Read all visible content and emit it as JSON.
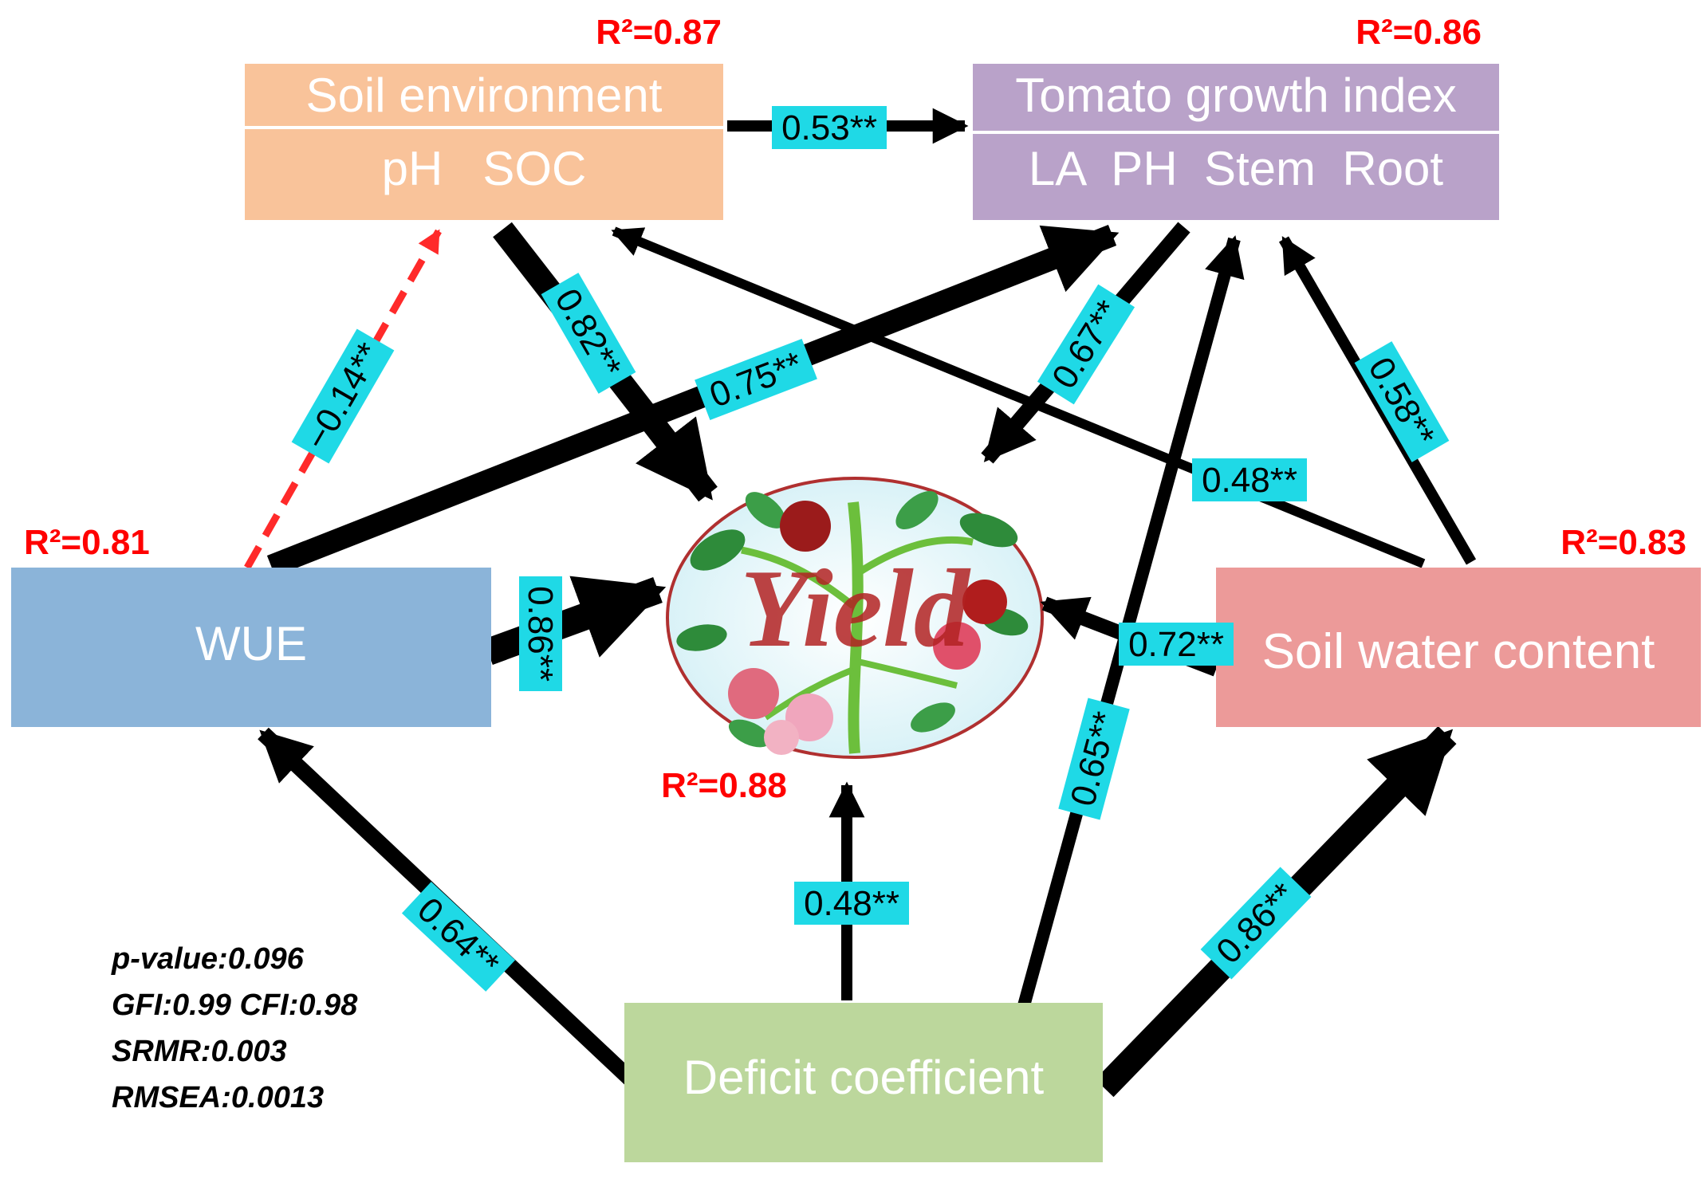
{
  "nodes": {
    "soil_env": {
      "title": "Soil environment",
      "sub": "pH   SOC",
      "r2": "R²=0.87",
      "color": "#f9c39a"
    },
    "tomato": {
      "title": "Tomato growth index",
      "sub": "LA  PH  Stem  Root",
      "r2": "R²=0.86",
      "color": "#b9a2c9"
    },
    "wue": {
      "title": "WUE",
      "r2": "R²=0.81",
      "color": "#8bb4d9"
    },
    "swc": {
      "title": "Soil water content",
      "r2": "R²=0.83",
      "color": "#ec9a99"
    },
    "deficit": {
      "title": "Deficit coefficient",
      "color": "#bcd79c"
    },
    "yield": {
      "title": "Yield",
      "r2": "R²=0.88"
    }
  },
  "paths": {
    "soil_to_tomato": "0.53**",
    "soil_to_yield": "0.82**",
    "wue_to_soil": "−0.14**",
    "wue_to_tomato": "0.75**",
    "tomato_to_yield": "0.67**",
    "swc_to_soil": "0.48**",
    "swc_to_tomato": "0.58**",
    "wue_to_yield": "0.86**",
    "swc_to_yield": "0.72**",
    "deficit_to_tomato": "0.65**",
    "deficit_to_wue": "0.64**",
    "deficit_to_yield": "0.48**",
    "deficit_to_swc": "0.86**"
  },
  "fit": {
    "p_value": "p-value:0.096",
    "gfi_cfi": "GFI:0.99 CFI:0.98",
    "srmr": "SRMR:0.003",
    "rmsea": "RMSEA:0.0013"
  },
  "colors": {
    "label_bg": "#1fd9e6",
    "r2": "#ff0000",
    "negative_path": "#ff2a2a"
  }
}
